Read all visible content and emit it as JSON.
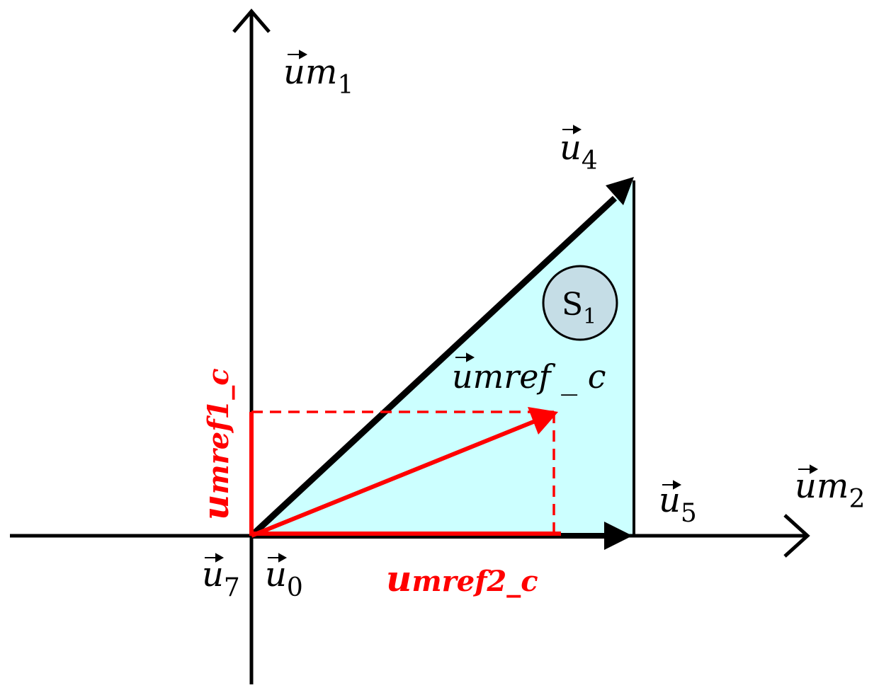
{
  "labels": {
    "um1": {
      "base": "um",
      "sub": "1"
    },
    "um2": {
      "base": "um",
      "sub": "2"
    },
    "u4": {
      "base": "u",
      "sub": "4"
    },
    "u5": {
      "base": "u",
      "sub": "5"
    },
    "u7": {
      "base": "u",
      "sub": "7"
    },
    "u0": {
      "base": "u",
      "sub": "0"
    },
    "umref_c": "umref _ c",
    "umref1_c": {
      "lead": "u",
      "rest": "mref1_c"
    },
    "umref2_c": {
      "lead": "u",
      "rest": "mref2_c"
    },
    "sector": {
      "base": "S",
      "sub": "1"
    }
  },
  "colors": {
    "axis": "#000000",
    "reference": "#ff0000",
    "sector_fill": "#ccffff",
    "badge_fill": "#c5dde6"
  }
}
